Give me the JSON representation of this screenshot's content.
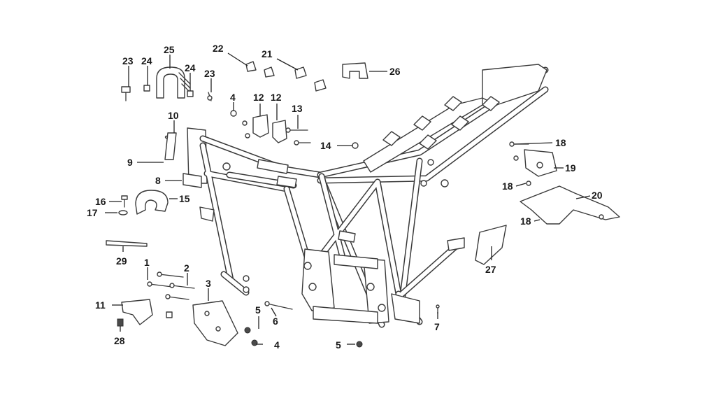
{
  "callouts": [
    {
      "id": "c1",
      "text": "1"
    },
    {
      "id": "c2",
      "text": "2"
    },
    {
      "id": "c3",
      "text": "3"
    },
    {
      "id": "c4a",
      "text": "4"
    },
    {
      "id": "c4b",
      "text": "4"
    },
    {
      "id": "c5a",
      "text": "5"
    },
    {
      "id": "c5b",
      "text": "5"
    },
    {
      "id": "c6",
      "text": "6"
    },
    {
      "id": "c7",
      "text": "7"
    },
    {
      "id": "c8",
      "text": "8"
    },
    {
      "id": "c9",
      "text": "9"
    },
    {
      "id": "c10",
      "text": "10"
    },
    {
      "id": "c11",
      "text": "11"
    },
    {
      "id": "c12a",
      "text": "12"
    },
    {
      "id": "c12b",
      "text": "12"
    },
    {
      "id": "c13",
      "text": "13"
    },
    {
      "id": "c14",
      "text": "14"
    },
    {
      "id": "c15",
      "text": "15"
    },
    {
      "id": "c16",
      "text": "16"
    },
    {
      "id": "c17",
      "text": "17"
    },
    {
      "id": "c18a",
      "text": "18"
    },
    {
      "id": "c18b",
      "text": "18"
    },
    {
      "id": "c18c",
      "text": "18"
    },
    {
      "id": "c19",
      "text": "19"
    },
    {
      "id": "c20",
      "text": "20"
    },
    {
      "id": "c21",
      "text": "21"
    },
    {
      "id": "c22",
      "text": "22"
    },
    {
      "id": "c23a",
      "text": "23"
    },
    {
      "id": "c23b",
      "text": "23"
    },
    {
      "id": "c24",
      "text": "24"
    },
    {
      "id": "c25",
      "text": "25"
    },
    {
      "id": "c26",
      "text": "26"
    },
    {
      "id": "c27",
      "text": "27"
    },
    {
      "id": "c28",
      "text": "28"
    },
    {
      "id": "c29",
      "text": "29"
    }
  ]
}
